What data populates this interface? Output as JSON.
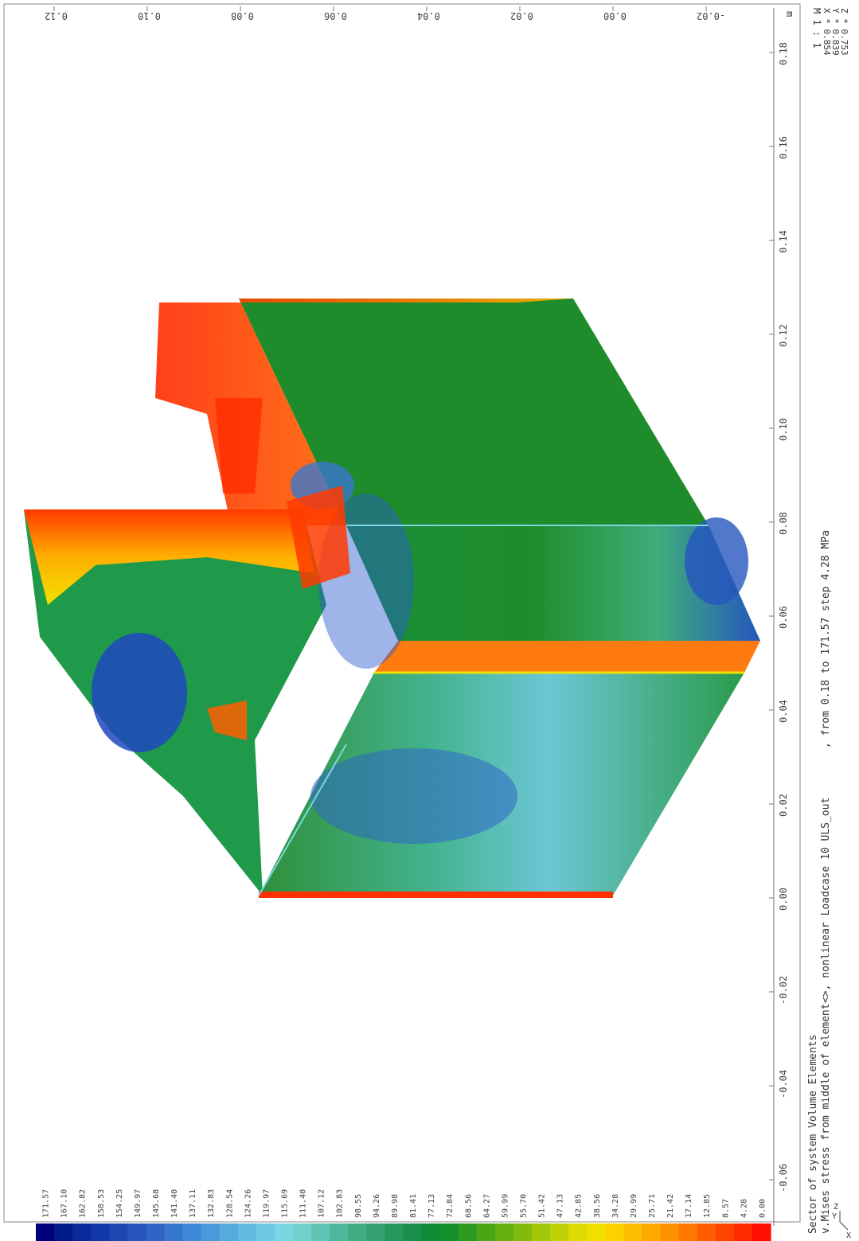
{
  "title": {
    "line1": "Sector of system Volume Elements",
    "line2": "v.Mises stress from middle of element",
    "line3": "<>, nonlinear Loadcase 10  ULS_out",
    "line4": ", from 0.18 to 171.57 step 4.28 MPa"
  },
  "scale": {
    "label": "M 1 : 1",
    "x": "X * 0.854",
    "y": "Y * 0.839",
    "z": "Z * 0.753"
  },
  "unit": "m",
  "axis_bottom_ticks": [
    "-0.06",
    "-0.04",
    "-0.02",
    "0.00",
    "0.02",
    "0.04",
    "0.06",
    "0.08",
    "0.10",
    "0.12",
    "0.14",
    "0.16",
    "0.18"
  ],
  "axis_right_ticks": [
    "0.12",
    "0.10",
    "0.08",
    "0.06",
    "0.04",
    "0.02",
    "0.00",
    "-0.02"
  ],
  "legend_values": [
    "171.57",
    "167.10",
    "162.82",
    "158.53",
    "154.25",
    "149.97",
    "145.68",
    "141.40",
    "137.11",
    "132.83",
    "128.54",
    "124.26",
    "119.97",
    "115.69",
    "111.40",
    "107.12",
    "102.83",
    "98.55",
    "94.26",
    "89.98",
    "81.41",
    "77.13",
    "72.84",
    "68.56",
    "64.27",
    "59.99",
    "55.70",
    "51.42",
    "47.13",
    "42.85",
    "38.56",
    "34.28",
    "29.99",
    "25.71",
    "21.42",
    "17.14",
    "12.85",
    "8.57",
    "4.28",
    "0.00"
  ],
  "legend_colors": [
    "#00007d",
    "#001a8c",
    "#0a2a9c",
    "#1338a8",
    "#1d47b3",
    "#2656bd",
    "#2f66c6",
    "#3877ce",
    "#4088d5",
    "#4a99db",
    "#55aadf",
    "#60bae2",
    "#6dc9e3",
    "#7ad6e1",
    "#70d0cc",
    "#5fc4b4",
    "#4fb89c",
    "#42ad85",
    "#34a270",
    "#27985c",
    "#1a8f49",
    "#0f8a37",
    "#128f29",
    "#2d9a1f",
    "#4aa517",
    "#66b011",
    "#83bb0c",
    "#a1c708",
    "#bfd205",
    "#dcdc03",
    "#f0e000",
    "#fbd200",
    "#ffbe00",
    "#ffa800",
    "#ff9000",
    "#ff7700",
    "#ff5e00",
    "#ff4400",
    "#ff2a00",
    "#ff1000"
  ],
  "axis_labels": {
    "x": "X",
    "y": "Y",
    "z": "Z"
  }
}
